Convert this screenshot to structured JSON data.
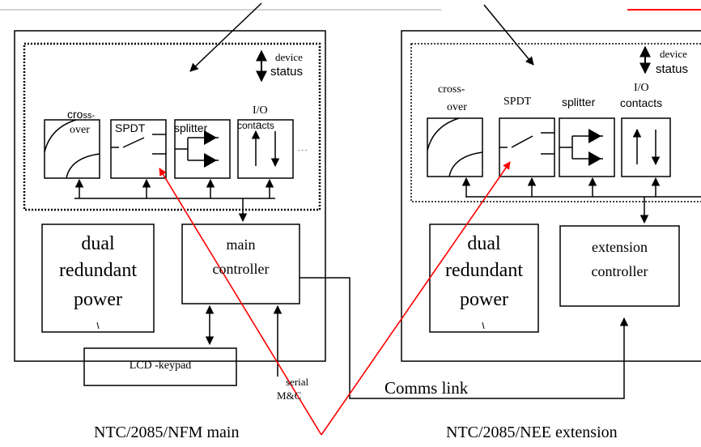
{
  "main_unit": {
    "caption": "NTC/2085/NFM main",
    "module_labels": {
      "crossover": [
        "cro",
        "ss-",
        "over"
      ],
      "spdt": "SPDT",
      "splitter": "splitter",
      "io": [
        "I/O",
        "cont",
        "a",
        "cts"
      ]
    },
    "device_status": [
      "device",
      "status"
    ],
    "power_block": [
      "dual",
      "redundant",
      "power"
    ],
    "controller": [
      "main",
      "controller"
    ],
    "keypad": "LCD -keypad",
    "serial": [
      "serial",
      "M&C"
    ]
  },
  "extension_unit": {
    "caption": "NTC/2085/NEE extension",
    "module_labels": {
      "crossover": [
        "cross-",
        "over"
      ],
      "spdt": "SPDT",
      "splitter": "splitter",
      "io": [
        "I/O",
        "contacts"
      ]
    },
    "device_status": [
      "device",
      "status"
    ],
    "power_block": [
      "dual",
      "redundant",
      "power"
    ],
    "controller": [
      "extension",
      "controller"
    ]
  },
  "link_label": "Comms link",
  "colors": {
    "line": "#000000",
    "annotation": "#ff0000"
  }
}
